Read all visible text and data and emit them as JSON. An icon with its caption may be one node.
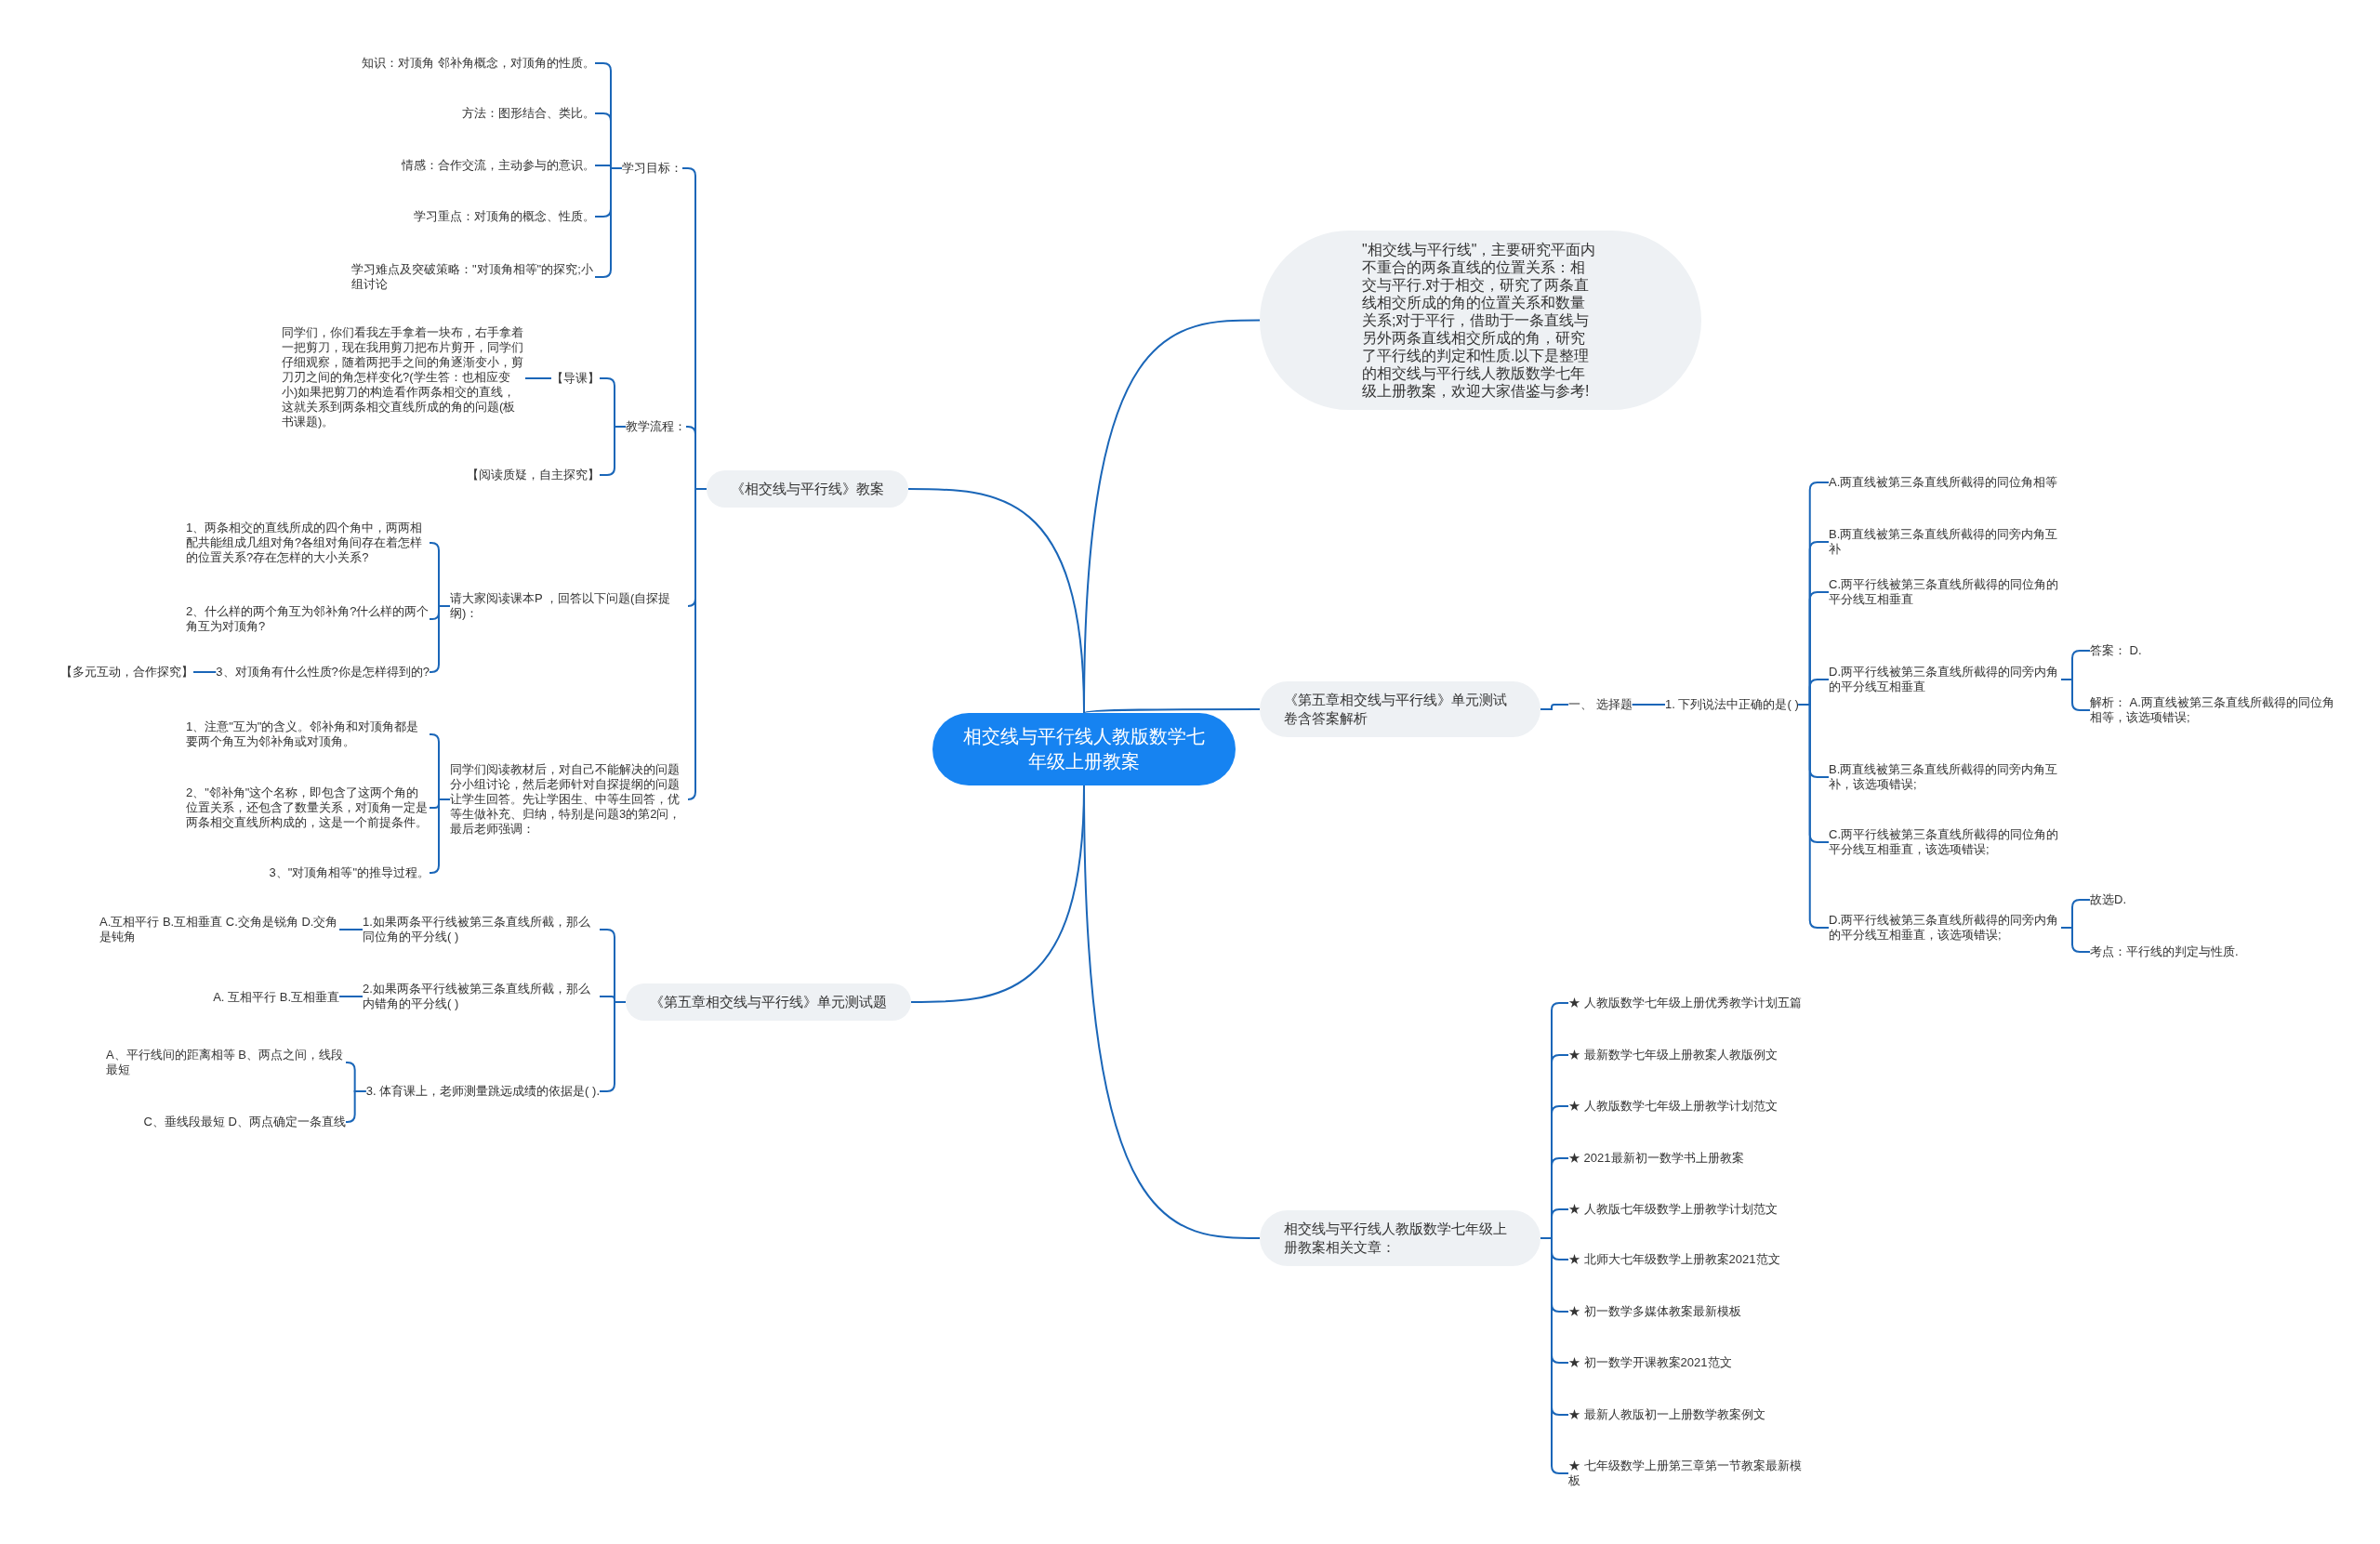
{
  "diagram": {
    "nodes": [
      {
        "text": [
          "相交线与平行线人教版数学七年级上册教案"
        ]
      },
      {
        "text": [
          "\"相交线与平行线\"，主要研究平面内不重合的两条直线的位置关系：相交与平行.对于相交，研究了两条直线相交所成的角的位置关系和数量关系;对于平行，借助于一条直线与另外两条直线相交所成的角，研究了平行线的判定和性质.以下是整理的相交线与平行线人教版数学七年级上册教案，欢迎大家借鉴与参考!"
        ]
      },
      {
        "text": [
          "《相交线与平行线》教案"
        ]
      },
      {
        "text": [
          "学习目标："
        ]
      },
      {
        "text": [
          "知识：对顶角 邻补角概念，对顶角的性质。"
        ]
      },
      {
        "text": [
          "方法：图形结合、类比。"
        ]
      },
      {
        "text": [
          "情感：合作交流，主动参与的意识。"
        ]
      },
      {
        "text": [
          "学习重点：对顶角的概念、性质。"
        ]
      },
      {
        "text": [
          "学习难点及突破策略：\"对顶角相等\"的探究;小组讨论"
        ]
      },
      {
        "text": [
          "教学流程："
        ]
      },
      {
        "text": [
          "【导课】"
        ]
      },
      {
        "text": [
          "同学们，你们看我左手拿着一块布，右手拿着一把剪刀，现在我用剪刀把布片剪开，同学们仔细观察，随着两把手之间的角逐渐变小，剪刀刃之间的角怎样变化?(学生答：也相应变小)如果把剪刀的构造看作两条相交的直线，这就关系到两条相交直线所成的角的问题(板书课题)。"
        ]
      },
      {
        "text": [
          "【阅读质疑，自主探究】"
        ]
      },
      {
        "text": [
          "请大家阅读课本P ，回答以下问题(自探提纲)："
        ]
      },
      {
        "text": [
          "1、两条相交的直线所成的四个角中，两两相配共能组成几组对角?各组对角间存在着怎样的位置关系?存在怎样的大小关系?"
        ]
      },
      {
        "text": [
          "2、什么样的两个角互为邻补角?什么样的两个角互为对顶角?"
        ]
      },
      {
        "text": [
          "3、对顶角有什么性质?你是怎样得到的?"
        ]
      },
      {
        "text": [
          "【多元互动，合作探究】"
        ]
      },
      {
        "text": [
          "同学们阅读教材后，对自己不能解决的问题分小组讨论，然后老师针对自探提纲的问题让学生回答。先让学困生、中等生回答，优等生做补充、归纳，特别是问题3的第2问，最后老师强调："
        ]
      },
      {
        "text": [
          "1、注意\"互为\"的含义。邻补角和对顶角都是要两个角互为邻补角或对顶角。"
        ]
      },
      {
        "text": [
          "2、\"邻补角\"这个名称，即包含了这两个角的位置关系，还包含了数量关系，对顶角一定是两条相交直线所构成的，这是一个前提条件。"
        ]
      },
      {
        "text": [
          "3、\"对顶角相等\"的推导过程。"
        ]
      },
      {
        "text": [
          "《第五章相交线与平行线》单元测试题"
        ]
      },
      {
        "text": [
          "1.如果两条平行线被第三条直线所截，那么同位角的平分线( )"
        ]
      },
      {
        "text": [
          "A.互相平行 B.互相垂直 C.交角是锐角 D.交角是钝角"
        ]
      },
      {
        "text": [
          "2.如果两条平行线被第三条直线所截，那么内错角的平分线( )"
        ]
      },
      {
        "text": [
          "A. 互相平行 B.互相垂直"
        ]
      },
      {
        "text": [
          "3. 体育课上，老师测量跳远成绩的依据是( )."
        ]
      },
      {
        "text": [
          "A、平行线间的距离相等 B、两点之间，线段最短"
        ]
      },
      {
        "text": [
          "C、垂线段最短 D、两点确定一条直线"
        ]
      },
      {
        "text": [
          "《第五章相交线与平行线》单元测试卷含答案解析"
        ]
      },
      {
        "text": [
          "一、 选择题"
        ]
      },
      {
        "text": [
          "1. 下列说法中正确的是( )"
        ]
      },
      {
        "text": [
          "A.两直线被第三条直线所截得的同位角相等"
        ]
      },
      {
        "text": [
          "B.两直线被第三条直线所截得的同旁内角互补"
        ]
      },
      {
        "text": [
          "C.两平行线被第三条直线所截得的同位角的平分线互相垂直"
        ]
      },
      {
        "text": [
          "D.两平行线被第三条直线所截得的同旁内角的平分线互相垂直"
        ]
      },
      {
        "text": [
          "答案： D."
        ]
      },
      {
        "text": [
          "解析： A.两直线被第三条直线所截得的同位角相等，该选项错误;"
        ]
      },
      {
        "text": [
          "B.两直线被第三条直线所截得的同旁内角互补，该选项错误;"
        ]
      },
      {
        "text": [
          "C.两平行线被第三条直线所截得的同位角的平分线互相垂直，该选项错误;"
        ]
      },
      {
        "text": [
          "D.两平行线被第三条直线所截得的同旁内角的平分线互相垂直，该选项错误;"
        ]
      },
      {
        "text": [
          "故选D."
        ]
      },
      {
        "text": [
          "考点：平行线的判定与性质."
        ]
      },
      {
        "text": [
          "相交线与平行线人教版数学七年级上册教案相关文章："
        ]
      },
      {
        "text": [
          "★ 人教版数学七年级上册优秀教学计划五篇"
        ]
      },
      {
        "text": [
          "★ 最新数学七年级上册教案人教版例文"
        ]
      },
      {
        "text": [
          "★ 人教版数学七年级上册教学计划范文"
        ]
      },
      {
        "text": [
          "★ 2021最新初一数学书上册教案"
        ]
      },
      {
        "text": [
          "★ 人教版七年级数学上册教学计划范文"
        ]
      },
      {
        "text": [
          "★ 北师大七年级数学上册教案2021范文"
        ]
      },
      {
        "text": [
          "★ 初一数学多媒体教案最新模板"
        ]
      },
      {
        "text": [
          "★ 初一数学开课教案2021范文"
        ]
      },
      {
        "text": [
          "★ 最新人教版初一上册数学教案例文"
        ]
      },
      {
        "text": [
          "★ 七年级数学上册第三章第一节教案最新模板"
        ]
      }
    ],
    "edges": [
      {
        "from": 0,
        "to": 1,
        "arrow": "none"
      },
      {
        "from": 0,
        "to": 2,
        "arrow": "none"
      },
      {
        "from": 0,
        "to": 22,
        "arrow": "none"
      },
      {
        "from": 0,
        "to": 30,
        "arrow": "none"
      },
      {
        "from": 0,
        "to": 44,
        "arrow": "none"
      },
      {
        "from": 2,
        "to": 3,
        "arrow": "none"
      },
      {
        "from": 2,
        "to": 9,
        "arrow": "none"
      },
      {
        "from": 2,
        "to": 13,
        "arrow": "none"
      },
      {
        "from": 2,
        "to": 18,
        "arrow": "none"
      },
      {
        "from": 3,
        "to": 4,
        "arrow": "none"
      },
      {
        "from": 3,
        "to": 5,
        "arrow": "none"
      },
      {
        "from": 3,
        "to": 6,
        "arrow": "none"
      },
      {
        "from": 3,
        "to": 7,
        "arrow": "none"
      },
      {
        "from": 3,
        "to": 8,
        "arrow": "none"
      },
      {
        "from": 9,
        "to": 10,
        "arrow": "none"
      },
      {
        "from": 9,
        "to": 12,
        "arrow": "none"
      },
      {
        "from": 10,
        "to": 11,
        "arrow": "none"
      },
      {
        "from": 13,
        "to": 14,
        "arrow": "none"
      },
      {
        "from": 13,
        "to": 15,
        "arrow": "none"
      },
      {
        "from": 13,
        "to": 16,
        "arrow": "none"
      },
      {
        "from": 16,
        "to": 17,
        "arrow": "none"
      },
      {
        "from": 18,
        "to": 19,
        "arrow": "none"
      },
      {
        "from": 18,
        "to": 20,
        "arrow": "none"
      },
      {
        "from": 18,
        "to": 21,
        "arrow": "none"
      },
      {
        "from": 22,
        "to": 23,
        "arrow": "none"
      },
      {
        "from": 22,
        "to": 25,
        "arrow": "none"
      },
      {
        "from": 22,
        "to": 27,
        "arrow": "none"
      },
      {
        "from": 23,
        "to": 24,
        "arrow": "none"
      },
      {
        "from": 25,
        "to": 26,
        "arrow": "none"
      },
      {
        "from": 27,
        "to": 28,
        "arrow": "none"
      },
      {
        "from": 27,
        "to": 29,
        "arrow": "none"
      },
      {
        "from": 30,
        "to": 31,
        "arrow": "none"
      },
      {
        "from": 31,
        "to": 32,
        "arrow": "none"
      },
      {
        "from": 32,
        "to": 33,
        "arrow": "none"
      },
      {
        "from": 32,
        "to": 34,
        "arrow": "none"
      },
      {
        "from": 32,
        "to": 35,
        "arrow": "none"
      },
      {
        "from": 32,
        "to": 36,
        "arrow": "none"
      },
      {
        "from": 32,
        "to": 39,
        "arrow": "none"
      },
      {
        "from": 32,
        "to": 40,
        "arrow": "none"
      },
      {
        "from": 32,
        "to": 41,
        "arrow": "none"
      },
      {
        "from": 36,
        "to": 37,
        "arrow": "none"
      },
      {
        "from": 36,
        "to": 38,
        "arrow": "none"
      },
      {
        "from": 41,
        "to": 42,
        "arrow": "none"
      },
      {
        "from": 41,
        "to": 43,
        "arrow": "none"
      },
      {
        "from": 44,
        "to": 45,
        "arrow": "none"
      },
      {
        "from": 44,
        "to": 46,
        "arrow": "none"
      },
      {
        "from": 44,
        "to": 47,
        "arrow": "none"
      },
      {
        "from": 44,
        "to": 48,
        "arrow": "none"
      },
      {
        "from": 44,
        "to": 49,
        "arrow": "none"
      },
      {
        "from": 44,
        "to": 50,
        "arrow": "none"
      },
      {
        "from": 44,
        "to": 51,
        "arrow": "none"
      },
      {
        "from": 44,
        "to": 52,
        "arrow": "none"
      },
      {
        "from": 44,
        "to": 53,
        "arrow": "none"
      },
      {
        "from": 44,
        "to": 54,
        "arrow": "none"
      }
    ]
  }
}
